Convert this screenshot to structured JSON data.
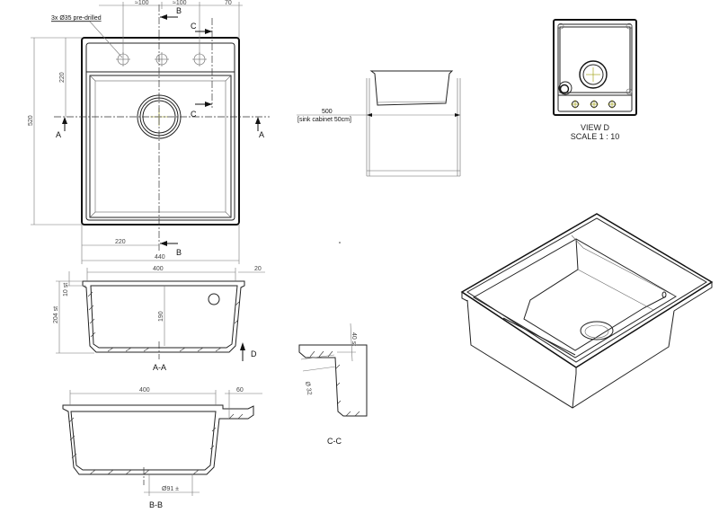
{
  "top_view": {
    "note": "3x Ø35 pre-drilled",
    "dim_hole_spacing_1": "≈100",
    "dim_hole_spacing_2": "≈100",
    "dim_offset": "70",
    "dim_height": "520",
    "dim_top_to_center": "220",
    "dim_half_width": "220",
    "dim_width": "440",
    "section_a": "A",
    "section_b": "B",
    "section_c": "C"
  },
  "section_aa": {
    "title": "A-A",
    "dim_width": "400",
    "dim_rim": "20",
    "dim_depth": "190",
    "dim_total_height": "204 st",
    "dim_rim_thickness": "10 st",
    "view_d_marker": "D"
  },
  "section_bb": {
    "title": "B-B",
    "dim_width": "400",
    "dim_ledge": "60",
    "dim_drain": "Ø91 ±"
  },
  "section_cc": {
    "title": "C-C",
    "dim_thickness": "40 st",
    "dim_hole": "Ø 32"
  },
  "cabinet_view": {
    "dim_value": "500",
    "dim_note": "[sink cabinet 50cm]"
  },
  "view_d": {
    "title": "VIEW D",
    "scale": "SCALE 1 : 10"
  },
  "colors": {
    "line": "#222222",
    "center_mark": "#9a9a00"
  }
}
